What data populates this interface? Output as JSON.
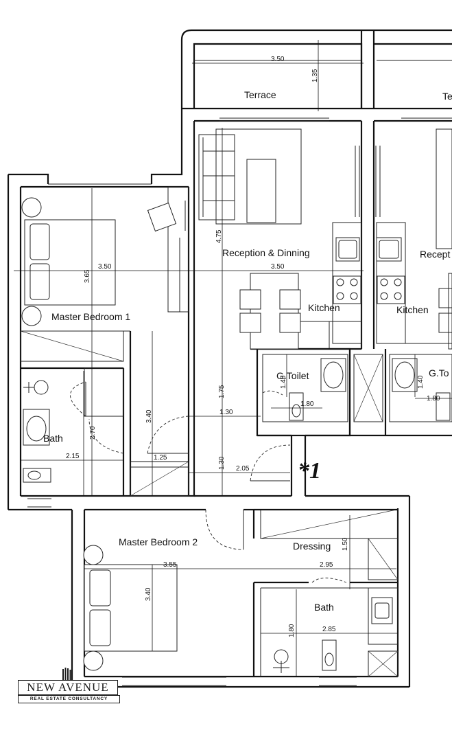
{
  "rooms": {
    "terrace": "Terrace",
    "terrace_neighbor": "Te",
    "reception": "Reception & Dinning",
    "reception_neighbor": "Recept",
    "kitchen": "Kitchen",
    "kitchen_neighbor": "Kitchen",
    "master_bedroom_1": "Master Bedroom 1",
    "master_bedroom_2": "Master Bedroom 2",
    "bath_1": "Bath",
    "bath_2": "Bath",
    "guest_toilet": "G.Toilet",
    "guest_toilet_neighbor": "G.To",
    "dressing": "Dressing"
  },
  "dimensions": {
    "terrace_width": "3.50",
    "terrace_depth": "1.35",
    "reception_depth": "4.75",
    "reception_width": "3.50",
    "bedroom1_width": "3.50",
    "bedroom1_depth": "3.65",
    "bath1_depth": "2.70",
    "bath1_width": "2.15",
    "corridor_depth": "3.40",
    "corridor_width": "1.25",
    "hall_depth": "1.75",
    "hall_width": "1.30",
    "entry_depth": "1.30",
    "entry_width": "2.05",
    "gtoilet_depth": "1.40",
    "gtoilet_width": "1.80",
    "gtoilet_neighbor_depth": "1.40",
    "gtoilet_neighbor_width": "1.80",
    "bedroom2_width": "3.55",
    "bedroom2_depth": "3.40",
    "dressing_width": "2.95",
    "dressing_depth": "1.50",
    "bath2_depth": "1.80",
    "bath2_width": "2.85"
  },
  "annotation": "*1",
  "logo": {
    "name": "NEW AVENUE",
    "tagline": "REAL ESTATE CONSULTANCY"
  }
}
